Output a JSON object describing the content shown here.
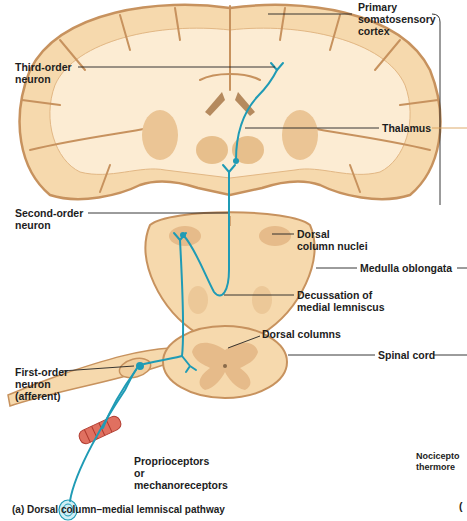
{
  "diagram": {
    "caption": "(a) Dorsal column–medial lemniscal pathway",
    "labels": [
      "Primary somatosensory cortex",
      "Third-order neuron",
      "Thalamus",
      "Second-order neuron",
      "Dorsal column nuclei",
      "Medulla oblongata",
      "Decussation of medial lemniscus",
      "Dorsal columns",
      "Spinal cord",
      "First-order neuron (afferent)",
      "Proprioceptors or mechanoreceptors",
      "Nocicepto thermore",
      "("
    ]
  }
}
